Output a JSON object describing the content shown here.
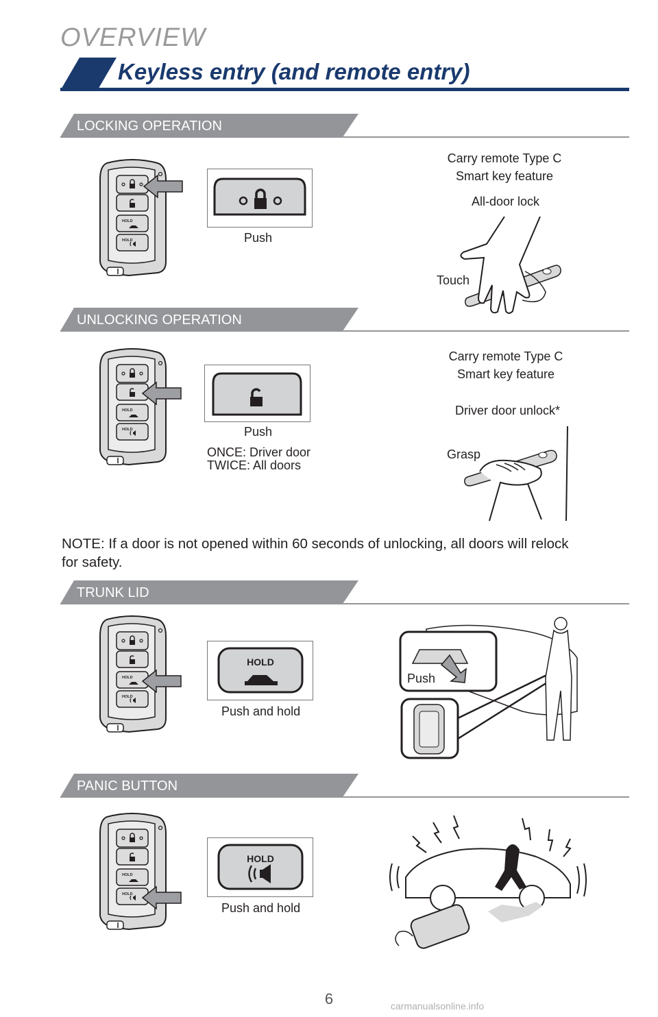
{
  "header": {
    "overview": "OVERVIEW",
    "title": "Keyless entry (and remote entry)"
  },
  "sections": {
    "locking": {
      "label": "LOCKING OPERATION",
      "push_caption": "Push",
      "smart_key": "Carry remote Type C\nSmart key feature",
      "action": "All-door lock",
      "gesture": "Touch"
    },
    "unlocking": {
      "label": "UNLOCKING OPERATION",
      "push_caption": "Push",
      "once": "ONCE: Driver door",
      "twice": "TWICE: All doors",
      "smart_key": "Carry remote Type C\nSmart key feature",
      "action": "Driver door unlock*",
      "gesture": "Grasp"
    },
    "note": "NOTE: If a door is not opened within 60 seconds of unlocking, all doors will relock for safety.",
    "trunk": {
      "label": "TRUNK LID",
      "push_caption": "Push and hold",
      "button_text": "HOLD",
      "illustration_push": "Push"
    },
    "panic": {
      "label": "PANIC BUTTON",
      "push_caption": "Push and hold",
      "button_text": "HOLD"
    }
  },
  "fob": {
    "hold_text": "HOLD"
  },
  "footer": {
    "page_number": "6",
    "watermark": "carmanualsonline.info"
  },
  "colors": {
    "brand": "#1a3a6e",
    "section_bar": "#939598",
    "accent_blue": "#1a3a6e"
  }
}
